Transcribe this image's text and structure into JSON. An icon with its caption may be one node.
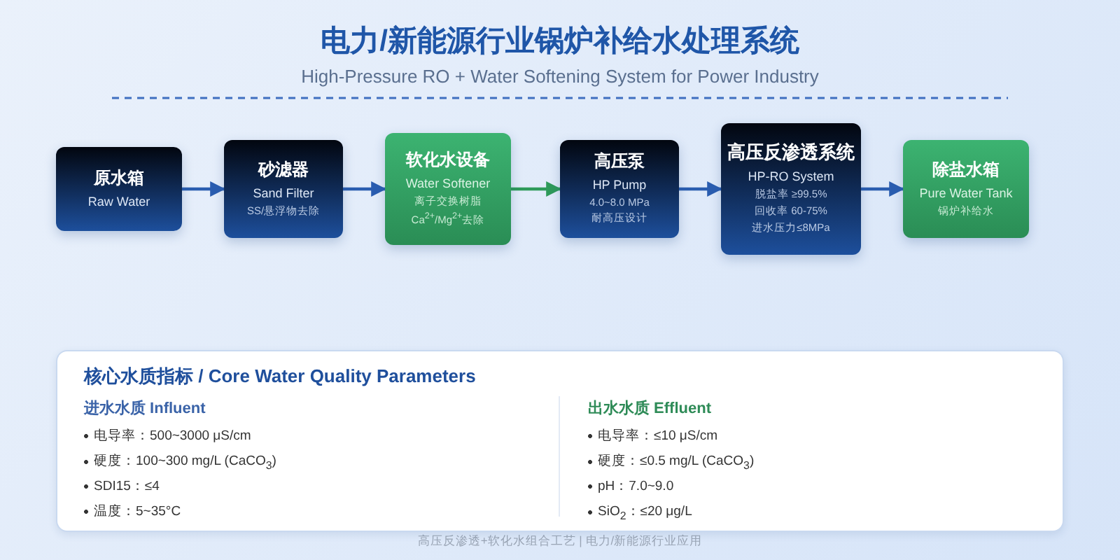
{
  "diagram": {
    "title": "电力/新能源行业锅炉补给水处理系统",
    "nodes": [
      {
        "text": [
          "原水箱",
          "Raw Water"
        ]
      },
      {
        "text": [
          "砂滤器",
          "Sand Filter",
          "SS/悬浮物去除"
        ]
      },
      {
        "text": [
          "软化水设备",
          "Water Softener",
          "离子交换树脂",
          "Ca$^{2+}$/Mg$^{2+}$去除"
        ]
      },
      {
        "text": [
          "高压泵",
          "HP Pump",
          "4.0~8.0 MPa",
          "耐高压设计"
        ]
      },
      {
        "text": [
          "高压反渗透系统",
          "HP-RO System",
          "脱盐率 ≥99.5%",
          "回收率 60-75%",
          "进水压力≤8MPa"
        ]
      },
      {
        "text": [
          "除盐水箱",
          "Pure Water Tank",
          "锅炉补给水"
        ]
      },
      {
        "text": [
          "核心水质指标 / Core Water Quality Parameters",
          "进水水质 Influent",
          "电导率：500~3000 μS/cm",
          "硬度：100~300 mg/L (CaCO$_{3}$)",
          "SDI15：≤4",
          "温度：5~35°C",
          "出水水质 Effluent",
          "电导率：≤10 μS/cm",
          "硬度：≤0.5 mg/L (CaCO$_{3}$)",
          "pH：7.0~9.0",
          "SiO$_{2}$：≤20 μg/L"
        ]
      }
    ],
    "edges": [
      {
        "from": 0,
        "to": 1,
        "arrow": "to"
      },
      {
        "from": 1,
        "to": 2,
        "arrow": "to"
      },
      {
        "from": 2,
        "to": 3,
        "arrow": "to",
        "color": "#2e9a5a"
      },
      {
        "from": 3,
        "to": 4,
        "arrow": "to"
      },
      {
        "from": 4,
        "to": 5,
        "arrow": "to"
      }
    ],
    "labels": [
      "High-Pressure RO + Water Softening System for Power Industry",
      "高压反渗透+软化水组合工艺 | 电力/新能源行业应用"
    ]
  }
}
